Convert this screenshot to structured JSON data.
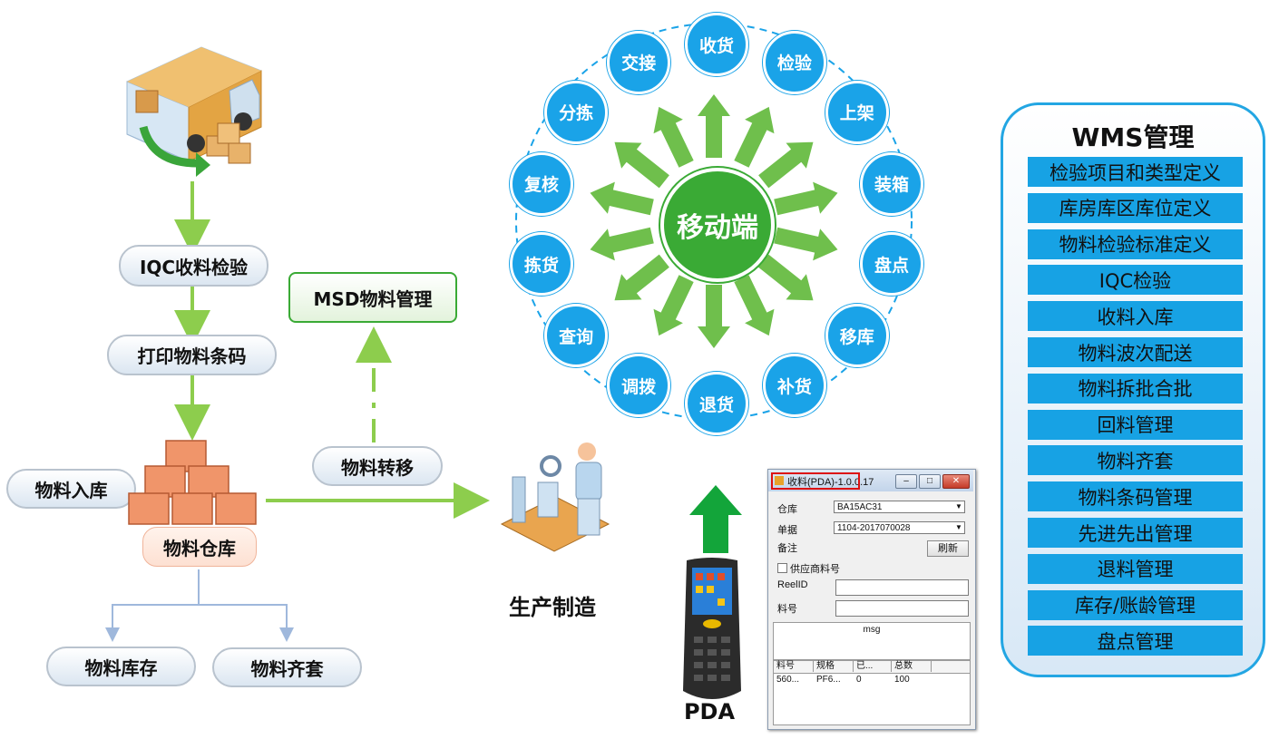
{
  "left_flow": {
    "iqc": "IQC收料检验",
    "print": "打印物料条码",
    "inbound": "物料入库",
    "warehouse": "物料仓库",
    "transfer": "物料转移",
    "msd": "MSD物料管理",
    "inventory": "物料库存",
    "kitting": "物料齐套",
    "production": "生产制造"
  },
  "mobile": {
    "center": "移动端",
    "ops": [
      "收货",
      "检验",
      "上架",
      "装箱",
      "盘点",
      "移库",
      "补货",
      "退货",
      "调拨",
      "查询",
      "拣货",
      "复核",
      "分拣",
      "交接"
    ]
  },
  "pda_label": "PDA",
  "window": {
    "title": "收料(PDA)-1.0.0.17",
    "warehouse_label": "仓库",
    "warehouse_value": "BA15AC31",
    "doc_label": "单据",
    "doc_value": "1104-2017070028",
    "note_label": "备注",
    "refresh_button": "刷新",
    "supplier_checkbox": "供应商料号",
    "reelid_label": "ReelID",
    "part_label": "料号",
    "msg": "msg",
    "columns": [
      "料号",
      "规格",
      "已...",
      "总数"
    ],
    "row": [
      "560...",
      "PF6...",
      "0",
      "100"
    ]
  },
  "wms": {
    "title": "WMS管理",
    "items": [
      "检验项目和类型定义",
      "库房库区库位定义",
      "物料检验标准定义",
      "IQC检验",
      "收料入库",
      "物料波次配送",
      "物料拆批合批",
      "回料管理",
      "物料齐套",
      "物料条码管理",
      "先进先出管理",
      "退料管理",
      "库存/账龄管理",
      "盘点管理"
    ]
  },
  "colors": {
    "arrow_green": "#8dcd4d",
    "mobile_green": "#3aaa35",
    "node_blue": "#1aa3e8",
    "wms_border": "#23a6e3"
  }
}
